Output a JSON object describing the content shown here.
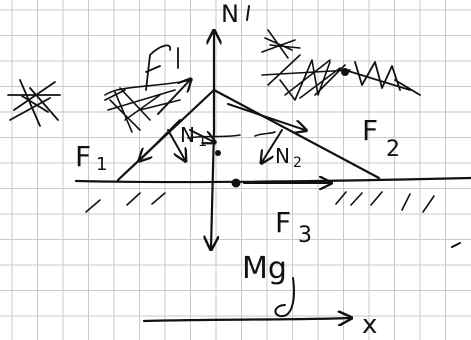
{
  "colors": {
    "paper": "#ffffff",
    "grid": "#c9c9c9",
    "ink": "#111111"
  },
  "labels": {
    "N_top": "N",
    "F1_left": "F",
    "F1_left_sub": "1",
    "F1_top": "F",
    "F1_top_sub": "1",
    "N1": "N",
    "N1_sub": "1",
    "N2": "N",
    "N2_sub": "2",
    "F2": "F",
    "F2_sub": "2",
    "F3": "F",
    "F3_sub": "3",
    "Mg": "Mg",
    "x": "x"
  }
}
